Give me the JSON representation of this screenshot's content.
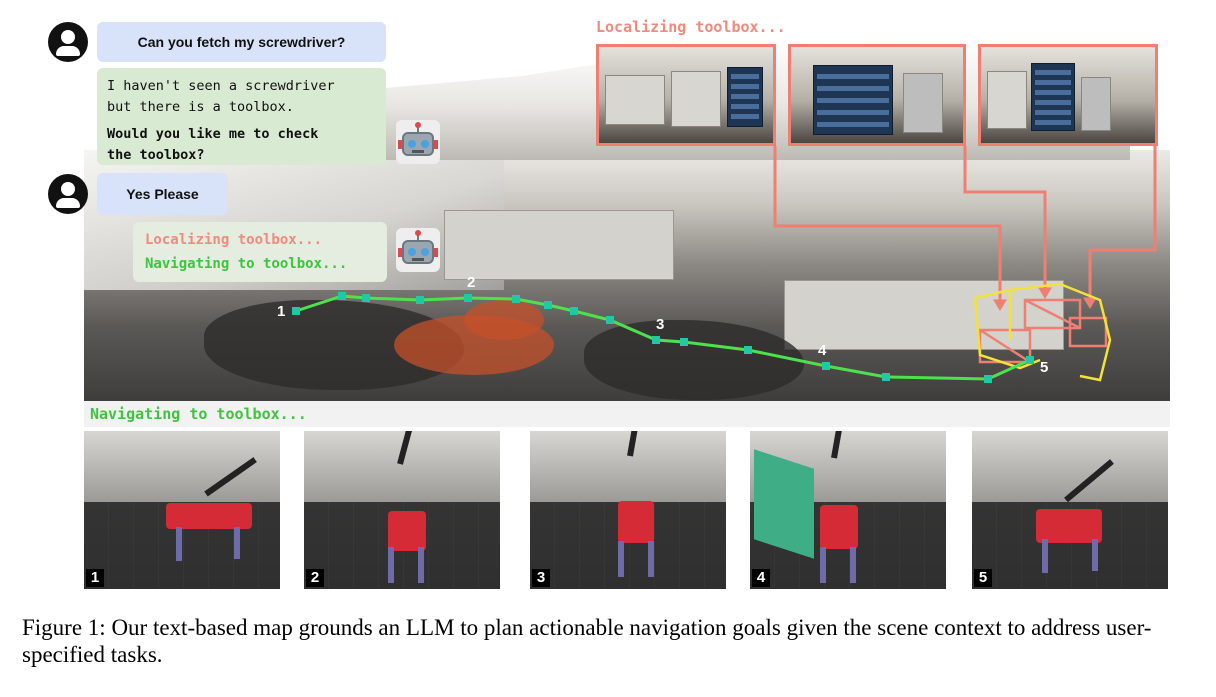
{
  "chat": {
    "user_msg_1": "Can you fetch my screwdriver?",
    "bot_msg_1_line1": "I haven't seen a screwdriver",
    "bot_msg_1_line2": "but there is a toolbox.",
    "bot_msg_1_q1": "Would you like me to check",
    "bot_msg_1_q2": "the toolbox?",
    "user_msg_2": "Yes Please",
    "bot_status_1": "Localizing toolbox...",
    "bot_status_2": "Navigating to toolbox..."
  },
  "localize_label": "Localizing toolbox...",
  "navigation_banner": "Navigating to toolbox...",
  "waypoints": [
    {
      "label": "1"
    },
    {
      "label": "2"
    },
    {
      "label": "3"
    },
    {
      "label": "4"
    },
    {
      "label": "5"
    }
  ],
  "thumbnails": [
    {
      "num": "1"
    },
    {
      "num": "2"
    },
    {
      "num": "3"
    },
    {
      "num": "4"
    },
    {
      "num": "5"
    }
  ],
  "caption": "Figure 1:  Our text-based map grounds an LLM to plan actionable navigation goals given the scene context to address user-specified tasks.",
  "colors": {
    "path": "#4ee14e",
    "waypoint": "#22c7a6",
    "localize": "#ef7f72",
    "bbox": "#f2e23a",
    "user_bubble": "#d8e3f9",
    "bot_bubble": "#d9ead3"
  }
}
